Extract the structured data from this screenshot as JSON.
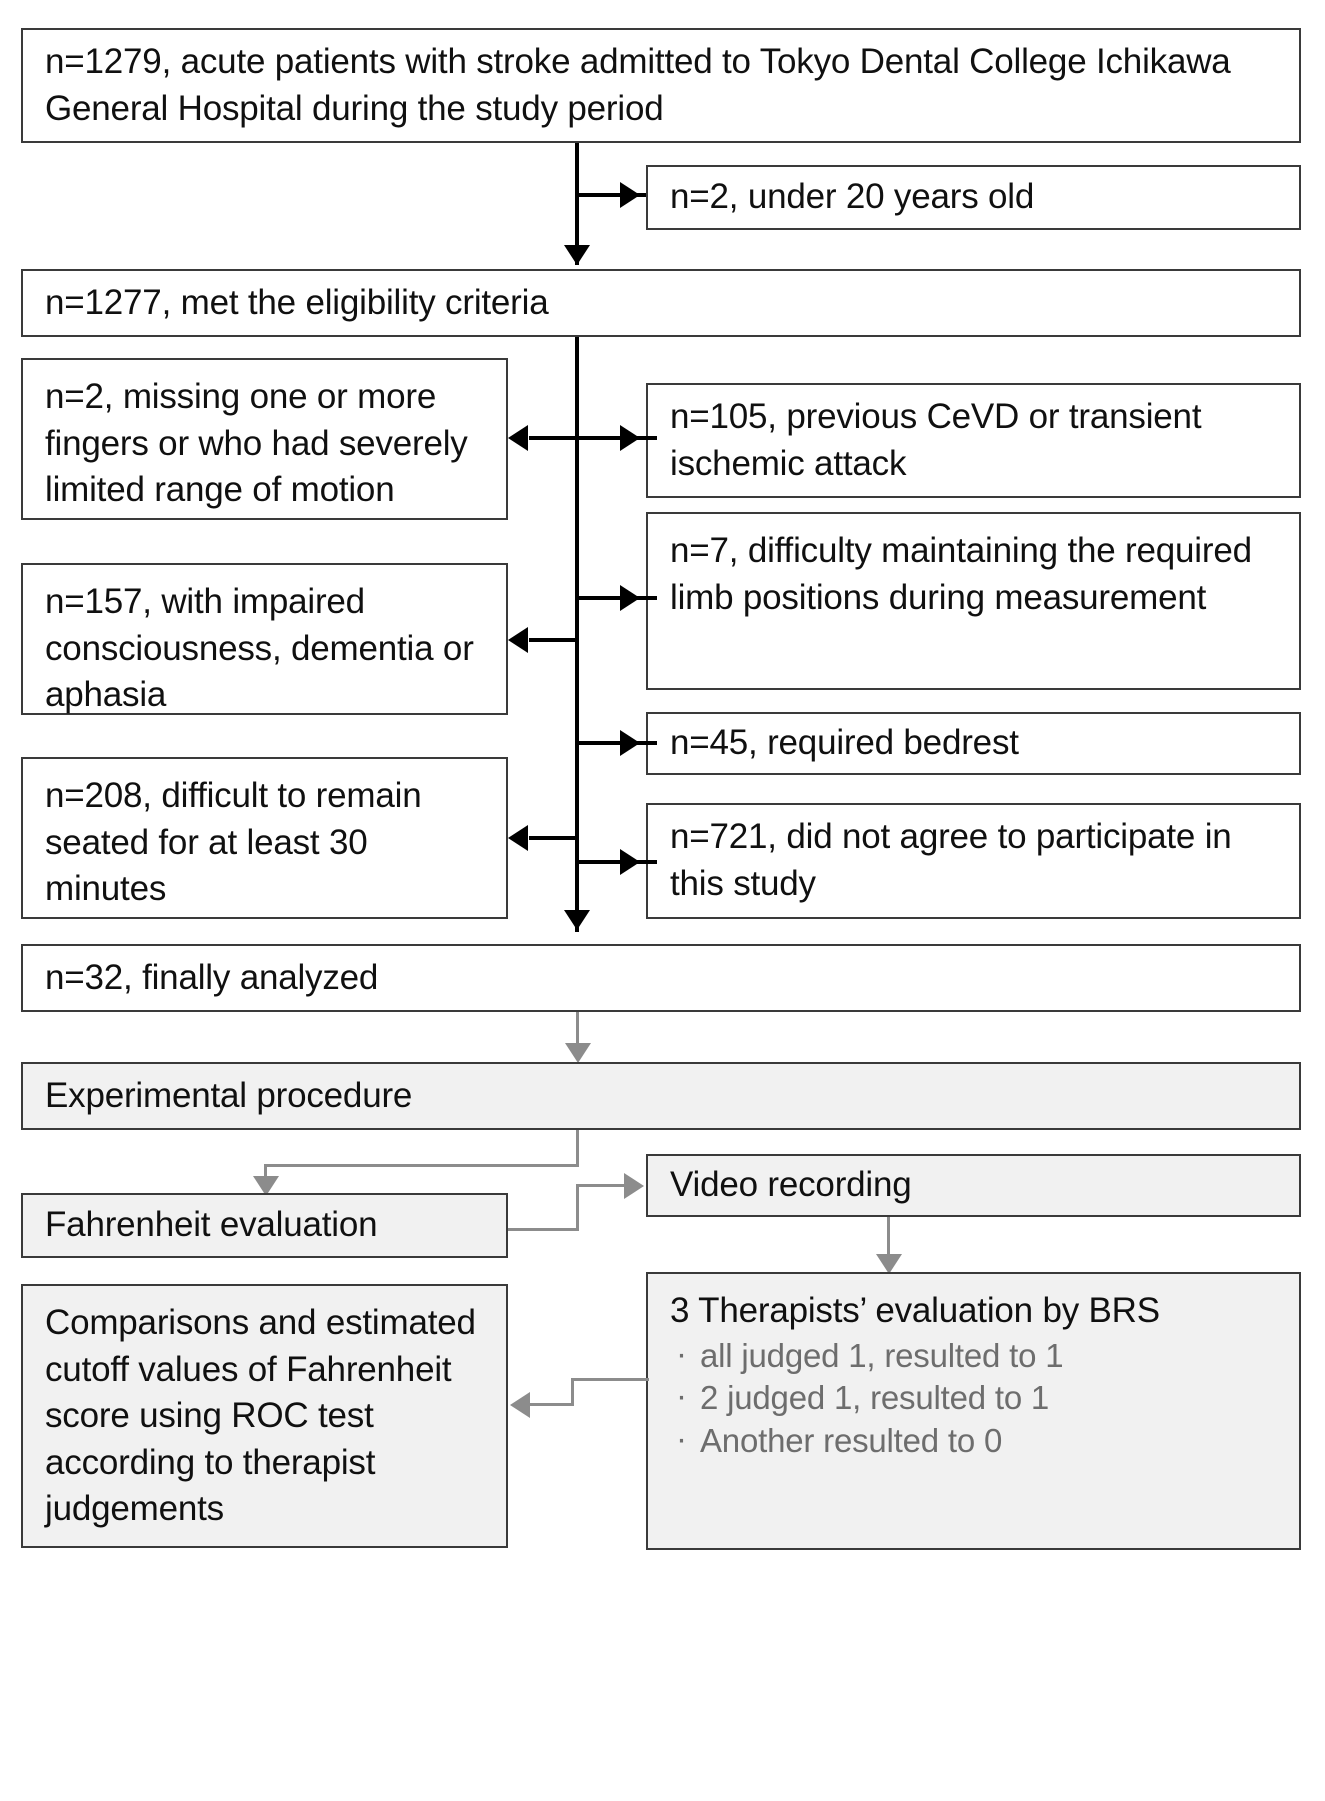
{
  "flowchart": {
    "title": "Study participant selection flow diagram",
    "colors": {
      "box_border": "#3a3a3a",
      "box_fill_white": "#ffffff",
      "box_fill_shaded": "#f1f1f1",
      "connector_black": "#000000",
      "connector_grey": "#8c8c8c",
      "bullet_text": "#6d6d6d"
    },
    "nodes": {
      "enrolled": "n=1279, acute patients with stroke admitted to Tokyo Dental College Ichikawa General Hospital during the study period",
      "under_20": "n=2, under 20 years old",
      "eligible": "n=1277, met the eligibility criteria",
      "missing_fingers": "n=2, missing one or more fingers or who had severely limited range of motion",
      "previous_cevd": "n=105, previous CeVD or transient ischemic attack",
      "impaired_consciousness": "n=157, with impaired consciousness, dementia or aphasia",
      "limb_positions": "n=7, difficulty maintaining the required limb positions during measurement",
      "bedrest": "n=45, required bedrest",
      "remain_seated": "n=208, difficult to remain seated for at least 30 minutes",
      "did_not_agree": "n=721, did not agree to participate in this study",
      "analyzed": "n=32, finally analyzed",
      "experimental_procedure": "Experimental procedure",
      "fahrenheit_evaluation": "Fahrenheit evaluation",
      "video_recording": "Video recording",
      "therapists_evaluation": "3 Therapists’ evaluation by BRS",
      "comparisons": "Comparisons and estimated cutoff values of Fahrenheit score using ROC test according to therapist judgements"
    },
    "therapist_rules": [
      "all judged 1, resulted to 1",
      "2 judged 1, resulted to 1",
      "Another resulted to 0"
    ]
  }
}
